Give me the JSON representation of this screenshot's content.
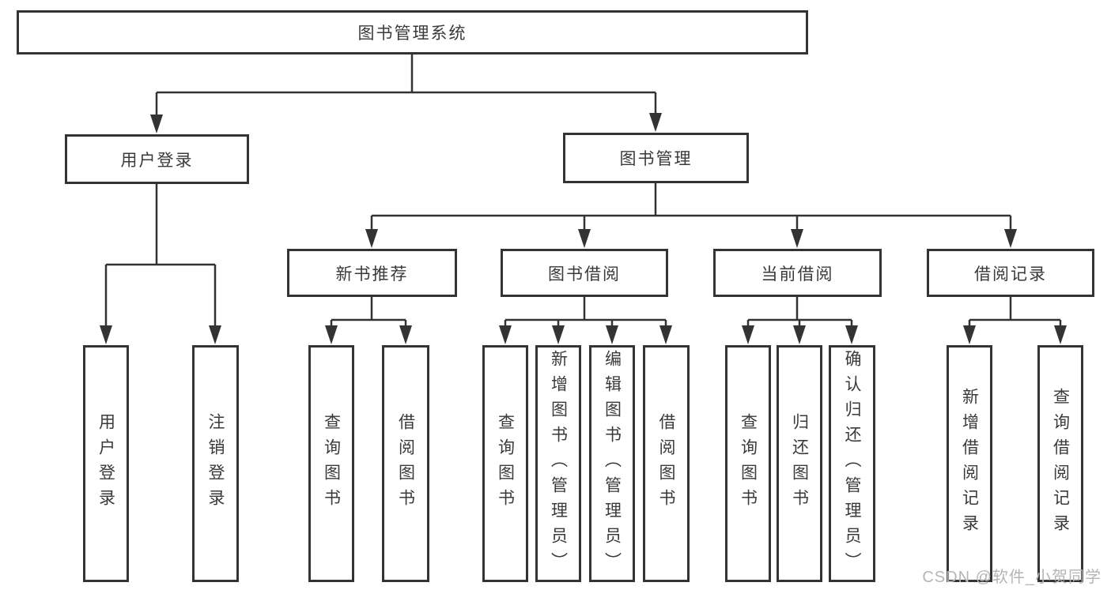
{
  "tree": {
    "root": {
      "label": "图书管理系统"
    },
    "level2": [
      {
        "label": "用户登录"
      },
      {
        "label": "图书管理"
      }
    ],
    "level3": [
      {
        "label": "新书推荐"
      },
      {
        "label": "图书借阅"
      },
      {
        "label": "当前借阅"
      },
      {
        "label": "借阅记录"
      }
    ],
    "leaves": {
      "user_login": [
        "用户登录",
        "注销登录"
      ],
      "new_book_recommend": [
        "查询图书",
        "借阅图书"
      ],
      "book_borrow": [
        "查询图书",
        "新增图书（管理员）",
        "编辑图书（管理员）",
        "借阅图书"
      ],
      "current_borrow": [
        "查询图书",
        "归还图书",
        "确认归还（管理员）"
      ],
      "borrow_record": [
        "新增借阅记录",
        "查询借阅记录"
      ]
    }
  },
  "watermark": {
    "text": "CSDN @软件_小贺同学"
  },
  "colors": {
    "line": "#333333",
    "text": "#3a3a3a",
    "watermark": "#b5b5b5",
    "background": "#ffffff"
  }
}
